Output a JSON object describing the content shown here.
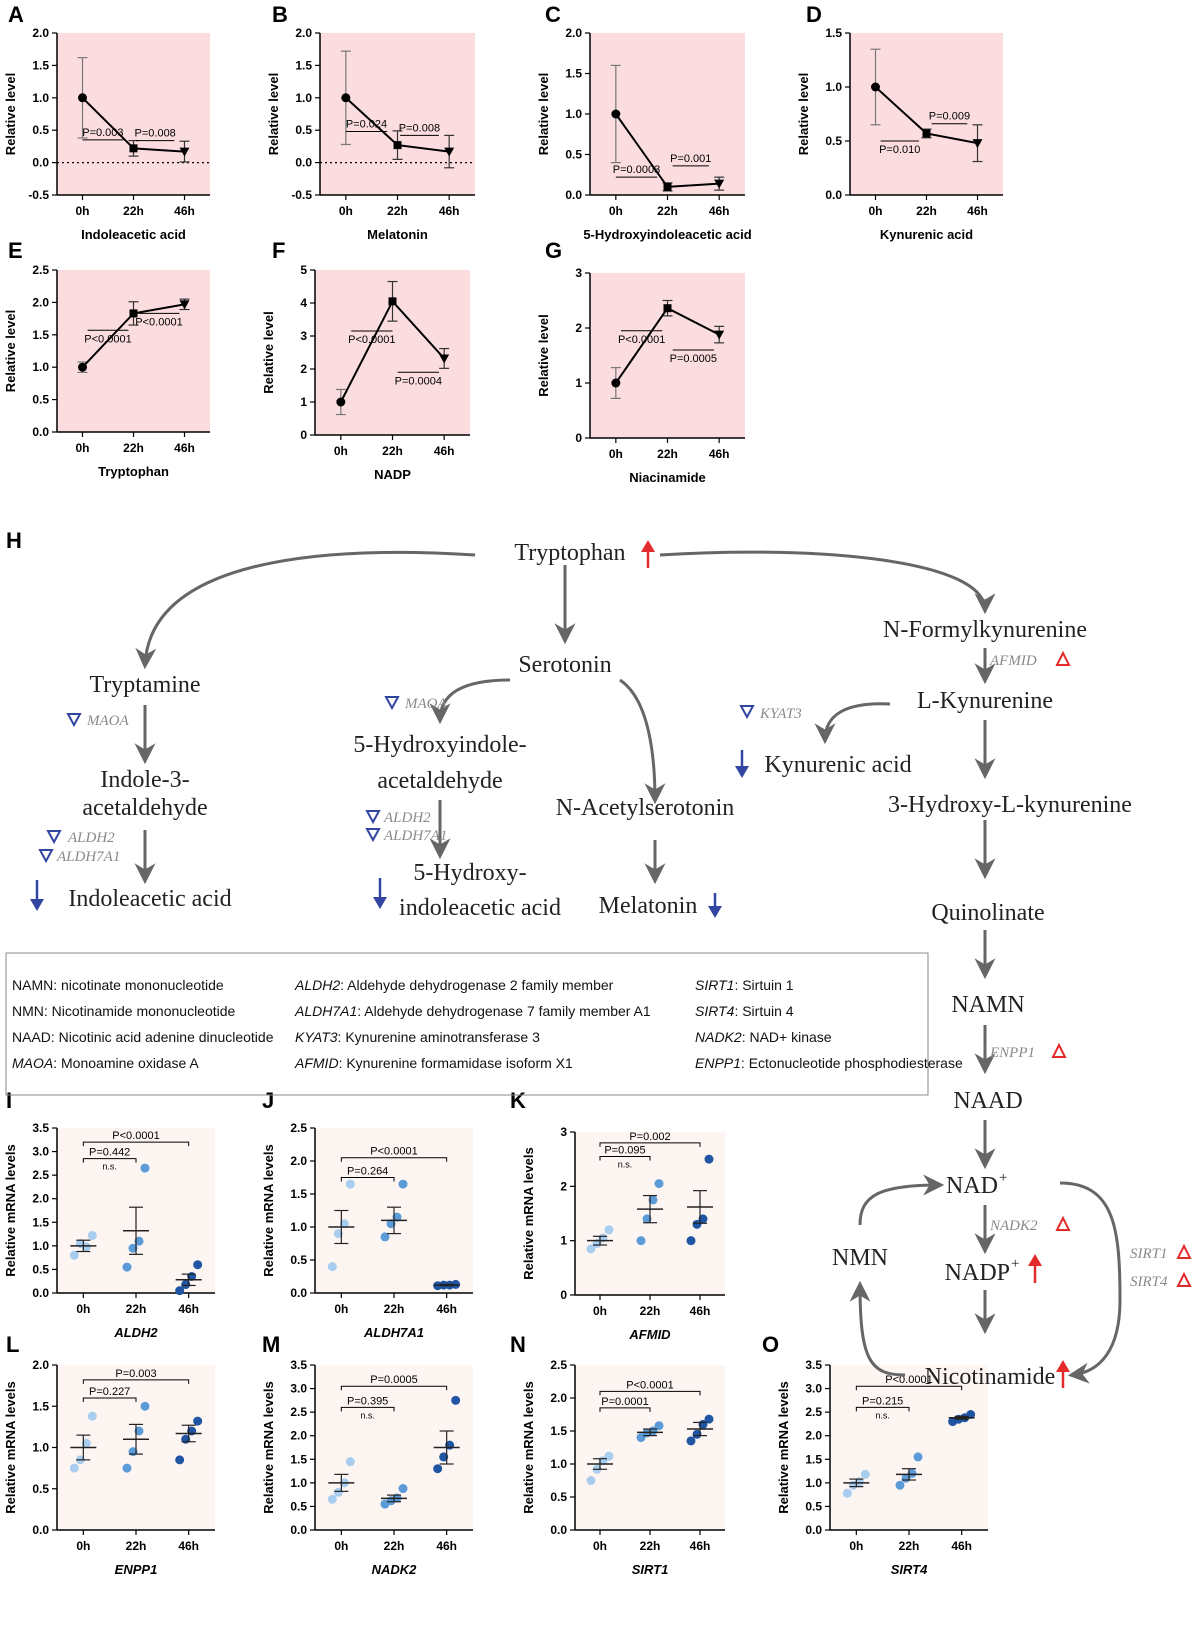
{
  "colors": {
    "metabolite_bg": "#fbdde0",
    "mrna_bg": "#fdf5f2",
    "up_arrow": "#e32b2b",
    "down_arrow": "#3245a0",
    "enzyme_text": "#8a8a8a",
    "dot_0h": "#a9cdef",
    "dot_22h": "#5b9bd8",
    "dot_46h": "#1f55a3",
    "pathway_arrow": "#666666"
  },
  "chart_data": [
    {
      "panel": "A",
      "type": "line",
      "title": "Indoleacetic acid",
      "ylabel": "Relative level",
      "categories": [
        "0h",
        "22h",
        "46h"
      ],
      "values": [
        1.0,
        0.22,
        0.17
      ],
      "errors": [
        0.62,
        0.12,
        0.16
      ],
      "markers": [
        "circle",
        "square",
        "triangle-down"
      ],
      "ylim": [
        -0.5,
        2.0
      ],
      "yticks": [
        -0.5,
        0.0,
        0.5,
        1.0,
        1.5,
        2.0
      ],
      "ytick_labels": [
        "-0.5",
        "0.0",
        "0.5",
        "1.0",
        "1.5",
        "2.0"
      ],
      "zero_line": true,
      "pvalues": [
        {
          "text": "P=0.003",
          "x1": 0.5,
          "x2": 1.3,
          "y": 0.35,
          "pos": "above"
        },
        {
          "text": "P=0.008",
          "x1": 1.55,
          "x2": 2.3,
          "y": 0.34,
          "pos": "above"
        }
      ]
    },
    {
      "panel": "B",
      "type": "line",
      "title": "Melatonin",
      "ylabel": "Relative level",
      "categories": [
        "0h",
        "22h",
        "46h"
      ],
      "values": [
        1.0,
        0.27,
        0.17
      ],
      "errors": [
        0.72,
        0.22,
        0.25
      ],
      "markers": [
        "circle",
        "square",
        "triangle-down"
      ],
      "ylim": [
        -0.5,
        2.0
      ],
      "yticks": [
        -0.5,
        0.0,
        0.5,
        1.0,
        1.5,
        2.0
      ],
      "ytick_labels": [
        "-0.5",
        "0.0",
        "0.5",
        "1.0",
        "1.5",
        "2.0"
      ],
      "zero_line": true,
      "pvalues": [
        {
          "text": "P=0.024",
          "x1": 0.5,
          "x2": 1.3,
          "y": 0.48,
          "pos": "above"
        },
        {
          "text": "P=0.008",
          "x1": 1.55,
          "x2": 2.3,
          "y": 0.42,
          "pos": "above"
        }
      ]
    },
    {
      "panel": "C",
      "type": "line",
      "title": "5-Hydroxyindoleacetic acid",
      "ylabel": "Relative level",
      "categories": [
        "0h",
        "22h",
        "46h"
      ],
      "values": [
        1.0,
        0.1,
        0.14
      ],
      "errors": [
        0.6,
        0.05,
        0.08
      ],
      "markers": [
        "circle",
        "square",
        "triangle-down"
      ],
      "ylim": [
        0,
        2.0
      ],
      "yticks": [
        0,
        0.5,
        1.0,
        1.5,
        2.0
      ],
      "ytick_labels": [
        "0.0",
        "0.5",
        "1.0",
        "1.5",
        "2.0"
      ],
      "zero_line": false,
      "pvalues": [
        {
          "text": "P=0.0003",
          "x1": 0.5,
          "x2": 1.3,
          "y": 0.22,
          "pos": "above"
        },
        {
          "text": "P=0.001",
          "x1": 1.6,
          "x2": 2.3,
          "y": 0.36,
          "pos": "above"
        }
      ]
    },
    {
      "panel": "D",
      "type": "line",
      "title": "Kynurenic acid",
      "ylabel": "Relative level",
      "categories": [
        "0h",
        "22h",
        "46h"
      ],
      "values": [
        1.0,
        0.57,
        0.48
      ],
      "errors": [
        0.35,
        0.04,
        0.17
      ],
      "markers": [
        "circle",
        "square",
        "triangle-down"
      ],
      "ylim": [
        0,
        1.5
      ],
      "yticks": [
        0,
        0.5,
        1.0,
        1.5
      ],
      "ytick_labels": [
        "0.0",
        "0.5",
        "1.0",
        "1.5"
      ],
      "zero_line": false,
      "pvalues": [
        {
          "text": "P=0.010",
          "x1": 0.6,
          "x2": 1.35,
          "y": 0.5,
          "pos": "below"
        },
        {
          "text": "P=0.009",
          "x1": 1.6,
          "x2": 2.3,
          "y": 0.66,
          "pos": "above"
        }
      ]
    },
    {
      "panel": "E",
      "type": "line",
      "title": "Tryptophan",
      "ylabel": "Relative level",
      "categories": [
        "0h",
        "22h",
        "46h"
      ],
      "values": [
        1.0,
        1.83,
        1.97
      ],
      "errors": [
        0.08,
        0.18,
        0.08
      ],
      "markers": [
        "circle",
        "square",
        "triangle-down"
      ],
      "ylim": [
        0,
        2.5
      ],
      "yticks": [
        0,
        0.5,
        1.0,
        1.5,
        2.0,
        2.5
      ],
      "ytick_labels": [
        "0.0",
        "0.5",
        "1.0",
        "1.5",
        "2.0",
        "2.5"
      ],
      "zero_line": false,
      "pvalues": [
        {
          "text": "P<0.0001",
          "x1": 0.6,
          "x2": 1.4,
          "y": 1.57,
          "pos": "below"
        },
        {
          "text": "P<0.0001",
          "x1": 1.6,
          "x2": 2.4,
          "y": 1.83,
          "pos": "below"
        }
      ]
    },
    {
      "panel": "F",
      "type": "line",
      "title": "NADP",
      "ylabel": "Relative level",
      "categories": [
        "0h",
        "22h",
        "46h"
      ],
      "values": [
        1.0,
        4.05,
        2.32
      ],
      "errors": [
        0.38,
        0.6,
        0.3
      ],
      "markers": [
        "circle",
        "square",
        "triangle-down"
      ],
      "ylim": [
        0,
        5
      ],
      "yticks": [
        0,
        1,
        2,
        3,
        4,
        5
      ],
      "ytick_labels": [
        "0",
        "1",
        "2",
        "3",
        "4",
        "5"
      ],
      "zero_line": false,
      "pvalues": [
        {
          "text": "P<0.0001",
          "x1": 0.7,
          "x2": 1.5,
          "y": 3.15,
          "pos": "below"
        },
        {
          "text": "P=0.0004",
          "x1": 1.6,
          "x2": 2.4,
          "y": 1.9,
          "pos": "below"
        }
      ]
    },
    {
      "panel": "G",
      "type": "line",
      "title": "Niacinamide",
      "ylabel": "Relative level",
      "categories": [
        "0h",
        "22h",
        "46h"
      ],
      "values": [
        1.0,
        2.36,
        1.88
      ],
      "errors": [
        0.28,
        0.14,
        0.15
      ],
      "markers": [
        "circle",
        "square",
        "triangle-down"
      ],
      "ylim": [
        0,
        3
      ],
      "yticks": [
        0,
        1,
        2,
        3
      ],
      "ytick_labels": [
        "0",
        "1",
        "2",
        "3"
      ],
      "zero_line": false,
      "pvalues": [
        {
          "text": "P<0.0001",
          "x1": 0.6,
          "x2": 1.4,
          "y": 1.95,
          "pos": "below"
        },
        {
          "text": "P=0.0005",
          "x1": 1.6,
          "x2": 2.4,
          "y": 1.6,
          "pos": "below"
        }
      ]
    },
    {
      "panel": "I",
      "type": "scatter",
      "title": "ALDH2",
      "ylabel": "Relative mRNA levels",
      "categories": [
        "0h",
        "22h",
        "46h"
      ],
      "points": [
        [
          0.8,
          1.05,
          0.98,
          1.22
        ],
        [
          0.55,
          0.95,
          1.1,
          2.65
        ],
        [
          0.05,
          0.18,
          0.35,
          0.6
        ]
      ],
      "means": [
        1.0,
        1.32,
        0.28
      ],
      "sems": [
        0.12,
        0.5,
        0.12
      ],
      "ylim": [
        0,
        3.5
      ],
      "yticks": [
        0,
        0.5,
        1.0,
        1.5,
        2.0,
        2.5,
        3.0,
        3.5
      ],
      "ytick_labels": [
        "0.0",
        "0.5",
        "1.0",
        "1.5",
        "2.0",
        "2.5",
        "3.0",
        "3.5"
      ],
      "brackets": [
        {
          "text": "P=0.442",
          "ns": "n.s.",
          "x1": 0,
          "x2": 1,
          "y": 2.85
        },
        {
          "text": "P<0.0001",
          "ns": "",
          "x1": 0,
          "x2": 2,
          "y": 3.2
        }
      ]
    },
    {
      "panel": "J",
      "type": "scatter",
      "title": "ALDH7A1",
      "ylabel": "Relative mRNA levels",
      "categories": [
        "0h",
        "22h",
        "46h"
      ],
      "points": [
        [
          0.4,
          0.9,
          1.05,
          1.65
        ],
        [
          0.85,
          1.05,
          1.15,
          1.65
        ],
        [
          0.11,
          0.12,
          0.12,
          0.13
        ]
      ],
      "means": [
        1.0,
        1.1,
        0.12
      ],
      "sems": [
        0.25,
        0.2,
        0.01
      ],
      "ylim": [
        0,
        2.5
      ],
      "yticks": [
        0,
        0.5,
        1.0,
        1.5,
        2.0,
        2.5
      ],
      "ytick_labels": [
        "0.0",
        "0.5",
        "1.0",
        "1.5",
        "2.0",
        "2.5"
      ],
      "brackets": [
        {
          "text": "P=0.264",
          "ns": "",
          "x1": 0,
          "x2": 1,
          "y": 1.75
        },
        {
          "text": "P<0.0001",
          "ns": "",
          "x1": 0,
          "x2": 2,
          "y": 2.05
        }
      ]
    },
    {
      "panel": "K",
      "type": "scatter",
      "title": "AFMID",
      "ylabel": "Relative mRNA levels",
      "categories": [
        "0h",
        "22h",
        "46h"
      ],
      "points": [
        [
          0.85,
          0.95,
          1.05,
          1.2
        ],
        [
          1.0,
          1.4,
          1.75,
          2.05
        ],
        [
          1.0,
          1.3,
          1.4,
          2.5
        ]
      ],
      "means": [
        1.0,
        1.58,
        1.62
      ],
      "sems": [
        0.08,
        0.25,
        0.3
      ],
      "ylim": [
        0,
        3
      ],
      "yticks": [
        0,
        1,
        2,
        3
      ],
      "ytick_labels": [
        "0",
        "1",
        "2",
        "3"
      ],
      "brackets": [
        {
          "text": "P=0.095",
          "ns": "n.s.",
          "x1": 0,
          "x2": 1,
          "y": 2.55
        },
        {
          "text": "P=0.002",
          "ns": "",
          "x1": 0,
          "x2": 2,
          "y": 2.8
        }
      ]
    },
    {
      "panel": "L",
      "type": "scatter",
      "title": "ENPP1",
      "ylabel": "Relative mRNA levels",
      "categories": [
        "0h",
        "22h",
        "46h"
      ],
      "points": [
        [
          0.75,
          0.85,
          1.05,
          1.38
        ],
        [
          0.75,
          0.95,
          1.2,
          1.5
        ],
        [
          0.85,
          1.1,
          1.2,
          1.32
        ]
      ],
      "means": [
        1.0,
        1.1,
        1.17
      ],
      "sems": [
        0.15,
        0.18,
        0.1
      ],
      "ylim": [
        0,
        2.0
      ],
      "yticks": [
        0,
        0.5,
        1.0,
        1.5,
        2.0
      ],
      "ytick_labels": [
        "0.0",
        "0.5",
        "1.0",
        "1.5",
        "2.0"
      ],
      "brackets": [
        {
          "text": "P=0.227",
          "ns": "",
          "x1": 0,
          "x2": 1,
          "y": 1.6
        },
        {
          "text": "P=0.003",
          "ns": "",
          "x1": 0,
          "x2": 2,
          "y": 1.82
        }
      ]
    },
    {
      "panel": "M",
      "type": "scatter",
      "title": "NADK2",
      "ylabel": "Relative mRNA levels",
      "categories": [
        "0h",
        "22h",
        "46h"
      ],
      "points": [
        [
          0.65,
          0.8,
          1.0,
          1.45
        ],
        [
          0.55,
          0.62,
          0.68,
          0.88
        ],
        [
          1.3,
          1.55,
          1.8,
          2.75
        ]
      ],
      "means": [
        1.0,
        0.67,
        1.75
      ],
      "sems": [
        0.18,
        0.07,
        0.35
      ],
      "ylim": [
        0,
        3.5
      ],
      "yticks": [
        0,
        0.5,
        1.0,
        1.5,
        2.0,
        2.5,
        3.0,
        3.5
      ],
      "ytick_labels": [
        "0.0",
        "0.5",
        "1.0",
        "1.5",
        "2.0",
        "2.5",
        "3.0",
        "3.5"
      ],
      "brackets": [
        {
          "text": "P=0.395",
          "ns": "n.s.",
          "x1": 0,
          "x2": 1,
          "y": 2.6
        },
        {
          "text": "P=0.0005",
          "ns": "",
          "x1": 0,
          "x2": 2,
          "y": 3.05
        }
      ]
    },
    {
      "panel": "N",
      "type": "scatter",
      "title": "SIRT1",
      "ylabel": "Relative mRNA levels",
      "categories": [
        "0h",
        "22h",
        "46h"
      ],
      "points": [
        [
          0.75,
          0.92,
          1.05,
          1.12
        ],
        [
          1.4,
          1.47,
          1.5,
          1.58
        ],
        [
          1.35,
          1.45,
          1.6,
          1.68
        ]
      ],
      "means": [
        1.0,
        1.48,
        1.53
      ],
      "sems": [
        0.08,
        0.05,
        0.1
      ],
      "ylim": [
        0,
        2.5
      ],
      "yticks": [
        0,
        0.5,
        1.0,
        1.5,
        2.0,
        2.5
      ],
      "ytick_labels": [
        "0.0",
        "0.5",
        "1.0",
        "1.5",
        "2.0",
        "2.5"
      ],
      "brackets": [
        {
          "text": "P=0.0001",
          "ns": "",
          "x1": 0,
          "x2": 1,
          "y": 1.85
        },
        {
          "text": "P<0.0001",
          "ns": "",
          "x1": 0,
          "x2": 2,
          "y": 2.1
        }
      ]
    },
    {
      "panel": "O",
      "type": "scatter",
      "title": "SIRT4",
      "ylabel": "Relative mRNA levels",
      "categories": [
        "0h",
        "22h",
        "46h"
      ],
      "points": [
        [
          0.78,
          0.95,
          1.02,
          1.18
        ],
        [
          0.95,
          1.1,
          1.2,
          1.55
        ],
        [
          2.3,
          2.35,
          2.38,
          2.45
        ]
      ],
      "means": [
        1.0,
        1.18,
        2.38
      ],
      "sems": [
        0.08,
        0.12,
        0.03
      ],
      "ylim": [
        0,
        3.5
      ],
      "yticks": [
        0,
        0.5,
        1.0,
        1.5,
        2.0,
        2.5,
        3.0,
        3.5
      ],
      "ytick_labels": [
        "0.0",
        "0.5",
        "1.0",
        "1.5",
        "2.0",
        "2.5",
        "3.0",
        "3.5"
      ],
      "brackets": [
        {
          "text": "P=0.215",
          "ns": "n.s.",
          "x1": 0,
          "x2": 1,
          "y": 2.6
        },
        {
          "text": "P<0.0001",
          "ns": "",
          "x1": 0,
          "x2": 2,
          "y": 3.05
        }
      ]
    }
  ],
  "pathway": {
    "label": "H",
    "nodes": {
      "tryptophan": "Tryptophan",
      "serotonin": "Serotonin",
      "tryptamine": "Tryptamine",
      "indole3_line1": "Indole-3-",
      "indole3_line2": "acetaldehyde",
      "indoleacetic": "Indoleacetic acid",
      "hydroxyindole_line1": "5-Hydroxyindole-",
      "hydroxyindole_line2": "acetaldehyde",
      "hiaa_line1": "5-Hydroxy-",
      "hiaa_line2": "indoleacetic acid",
      "acetylserotonin": "N-Acetylserotonin",
      "melatonin": "Melatonin",
      "nformyl": "N-Formylkynurenine",
      "lkyn": "L-Kynurenine",
      "kynurenic": "Kynurenic acid",
      "hydroxykyn": "3-Hydroxy-L-kynurenine",
      "quinolinate": "Quinolinate",
      "namn": "NAMN",
      "naad": "NAAD",
      "nad": "NAD",
      "nad_sup": "+",
      "nadp": "NADP",
      "nadp_sup": "+",
      "nmn": "NMN",
      "nicotinamide": "Nicotinamide"
    },
    "enzymes": {
      "maoa_left": "MAOA",
      "aldh2_left": "ALDH2",
      "aldh7a1_left": "ALDH7A1",
      "maoa_mid": "MAOA",
      "aldh2_mid": "ALDH2",
      "aldh7a1_mid": "ALDH7A1",
      "afmid": "AFMID",
      "kyat3": "KYAT3",
      "enpp1": "ENPP1",
      "nadk2": "NADK2",
      "sirt1": "SIRT1",
      "sirt4": "SIRT4"
    }
  },
  "legend": {
    "col1": [
      {
        "abbr": "NAMN",
        "desc": ": nicotinate mononucleotide",
        "italic": false
      },
      {
        "abbr": "NMN",
        "desc": ": Nicotinamide mononucleotide",
        "italic": false
      },
      {
        "abbr": "NAAD",
        "desc": ": Nicotinic acid adenine dinucleotide",
        "italic": false
      },
      {
        "abbr": "MAOA",
        "desc": ": Monoamine oxidase A",
        "italic": true
      }
    ],
    "col2": [
      {
        "abbr": "ALDH2",
        "desc": ": Aldehyde dehydrogenase 2 family member",
        "italic": true
      },
      {
        "abbr": "ALDH7A1",
        "desc": ": Aldehyde dehydrogenase 7 family member A1",
        "italic": true
      },
      {
        "abbr": "KYAT3",
        "desc": ": Kynurenine aminotransferase 3",
        "italic": true
      },
      {
        "abbr": "AFMID",
        "desc": ": Kynurenine formamidase isoform X1",
        "italic": true
      }
    ],
    "col3": [
      {
        "abbr": "SIRT1",
        "desc": ": Sirtuin 1",
        "italic": true
      },
      {
        "abbr": "SIRT4",
        "desc": ": Sirtuin 4",
        "italic": true
      },
      {
        "abbr": "NADK2",
        "desc": ": NAD+ kinase",
        "italic": true
      },
      {
        "abbr": "ENPP1",
        "desc": ": Ectonucleotide phosphodiesterase",
        "italic": true
      }
    ]
  }
}
